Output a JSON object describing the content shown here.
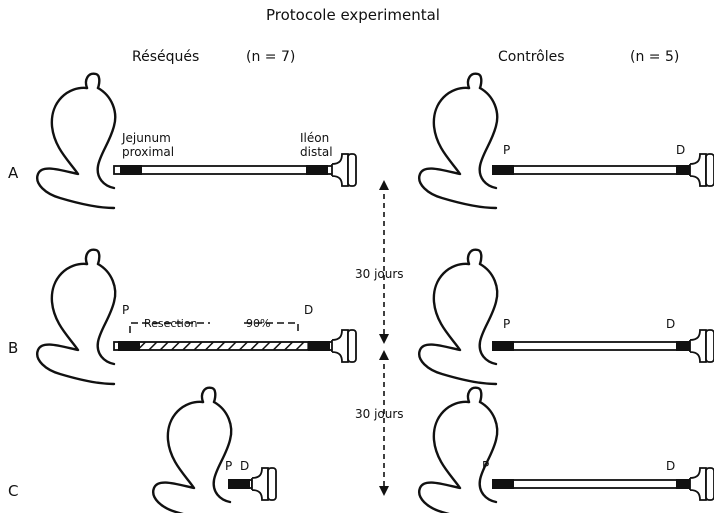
{
  "title": "Protocole   experimental",
  "groups": {
    "resected": {
      "label": "Réséqués",
      "n": "(n = 7)"
    },
    "controls": {
      "label": "Contrôles",
      "n": "(n = 5)"
    }
  },
  "rows": [
    "A",
    "B",
    "C"
  ],
  "labels": {
    "jejunum": "Jejunum",
    "proximal": "proximal",
    "ileon": "Iléon",
    "distal": "distal",
    "P": "P",
    "D": "D",
    "resection": "Resection",
    "percent": "90%"
  },
  "timeline": [
    {
      "label": "30 jours"
    },
    {
      "label": "30 jours"
    }
  ]
}
